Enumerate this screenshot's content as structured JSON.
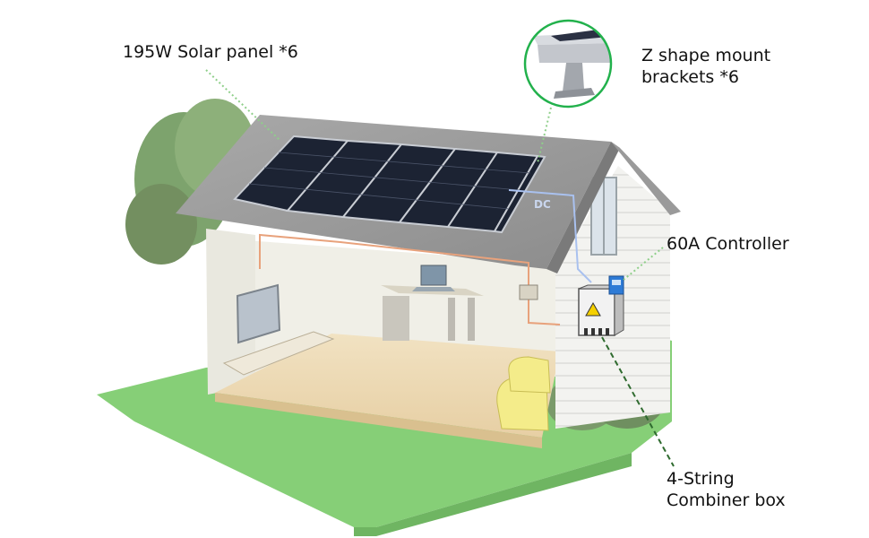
{
  "labels": {
    "solar_panel": "195W Solar panel *6",
    "bracket_line1": "Z shape mount",
    "bracket_line2": "brackets *6",
    "controller": "60A Controller",
    "combiner_line1": "4-String",
    "combiner_line2": "Combiner box",
    "dc": "DC"
  },
  "colors": {
    "callout_ring": "#22b14c",
    "leader_dotted": "#8fcf8a",
    "leader_dashed": "#2f6b2f",
    "panel": "#1c2333",
    "lawn": "#86cf77",
    "wire": "#e8a27c",
    "dc_wire": "#a9c1ef"
  },
  "icons": [
    "solar-panel-array-icon",
    "z-bracket-icon",
    "controller-icon",
    "combiner-box-icon",
    "tv-icon",
    "laptop-icon",
    "armchair-icon",
    "tree-icon"
  ]
}
